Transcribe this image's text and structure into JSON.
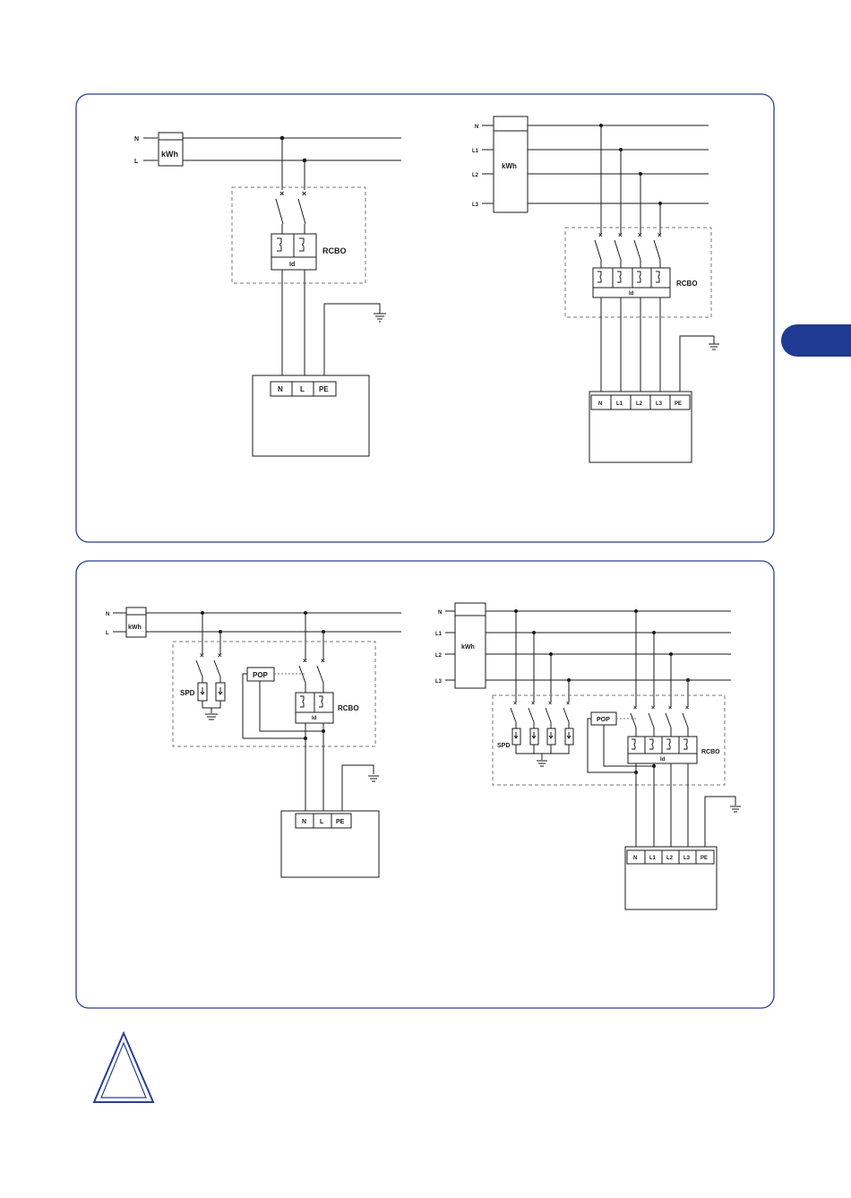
{
  "colors": {
    "frame": "#2a3f94",
    "tab": "#1f3a93",
    "ink": "#1a1a1a"
  },
  "single_phase": {
    "labels": {
      "n": "N",
      "l": "L"
    },
    "meter": "kWh",
    "breaker": {
      "name": "RCBO",
      "id": "Id"
    },
    "terminals": [
      "N",
      "L",
      "PE"
    ]
  },
  "three_phase": {
    "labels": {
      "n": "N",
      "l1": "L1",
      "l2": "L2",
      "l3": "L3"
    },
    "meter": "kWh",
    "breaker": {
      "name": "RCBO",
      "id": "Id"
    },
    "terminals": [
      "N",
      "L1",
      "L2",
      "L3",
      "PE"
    ]
  },
  "single_phase_spd": {
    "labels": {
      "n": "N",
      "l": "L"
    },
    "meter": "kWh",
    "spd": "SPD",
    "pop": "POP",
    "breaker": {
      "name": "RCBO",
      "id": "Id"
    },
    "terminals": [
      "N",
      "L",
      "PE"
    ]
  },
  "three_phase_spd": {
    "labels": {
      "n": "N",
      "l1": "L1",
      "l2": "L2",
      "l3": "L3"
    },
    "meter": "kWh",
    "spd": "SPD",
    "pop": "POP",
    "breaker": {
      "name": "RCBO",
      "id": "Id"
    },
    "terminals": [
      "N",
      "L1",
      "L2",
      "L3",
      "PE"
    ]
  },
  "icons": {
    "warning": "warning-triangle-icon",
    "ground": "ground-icon",
    "tab": "chapter-tab"
  }
}
